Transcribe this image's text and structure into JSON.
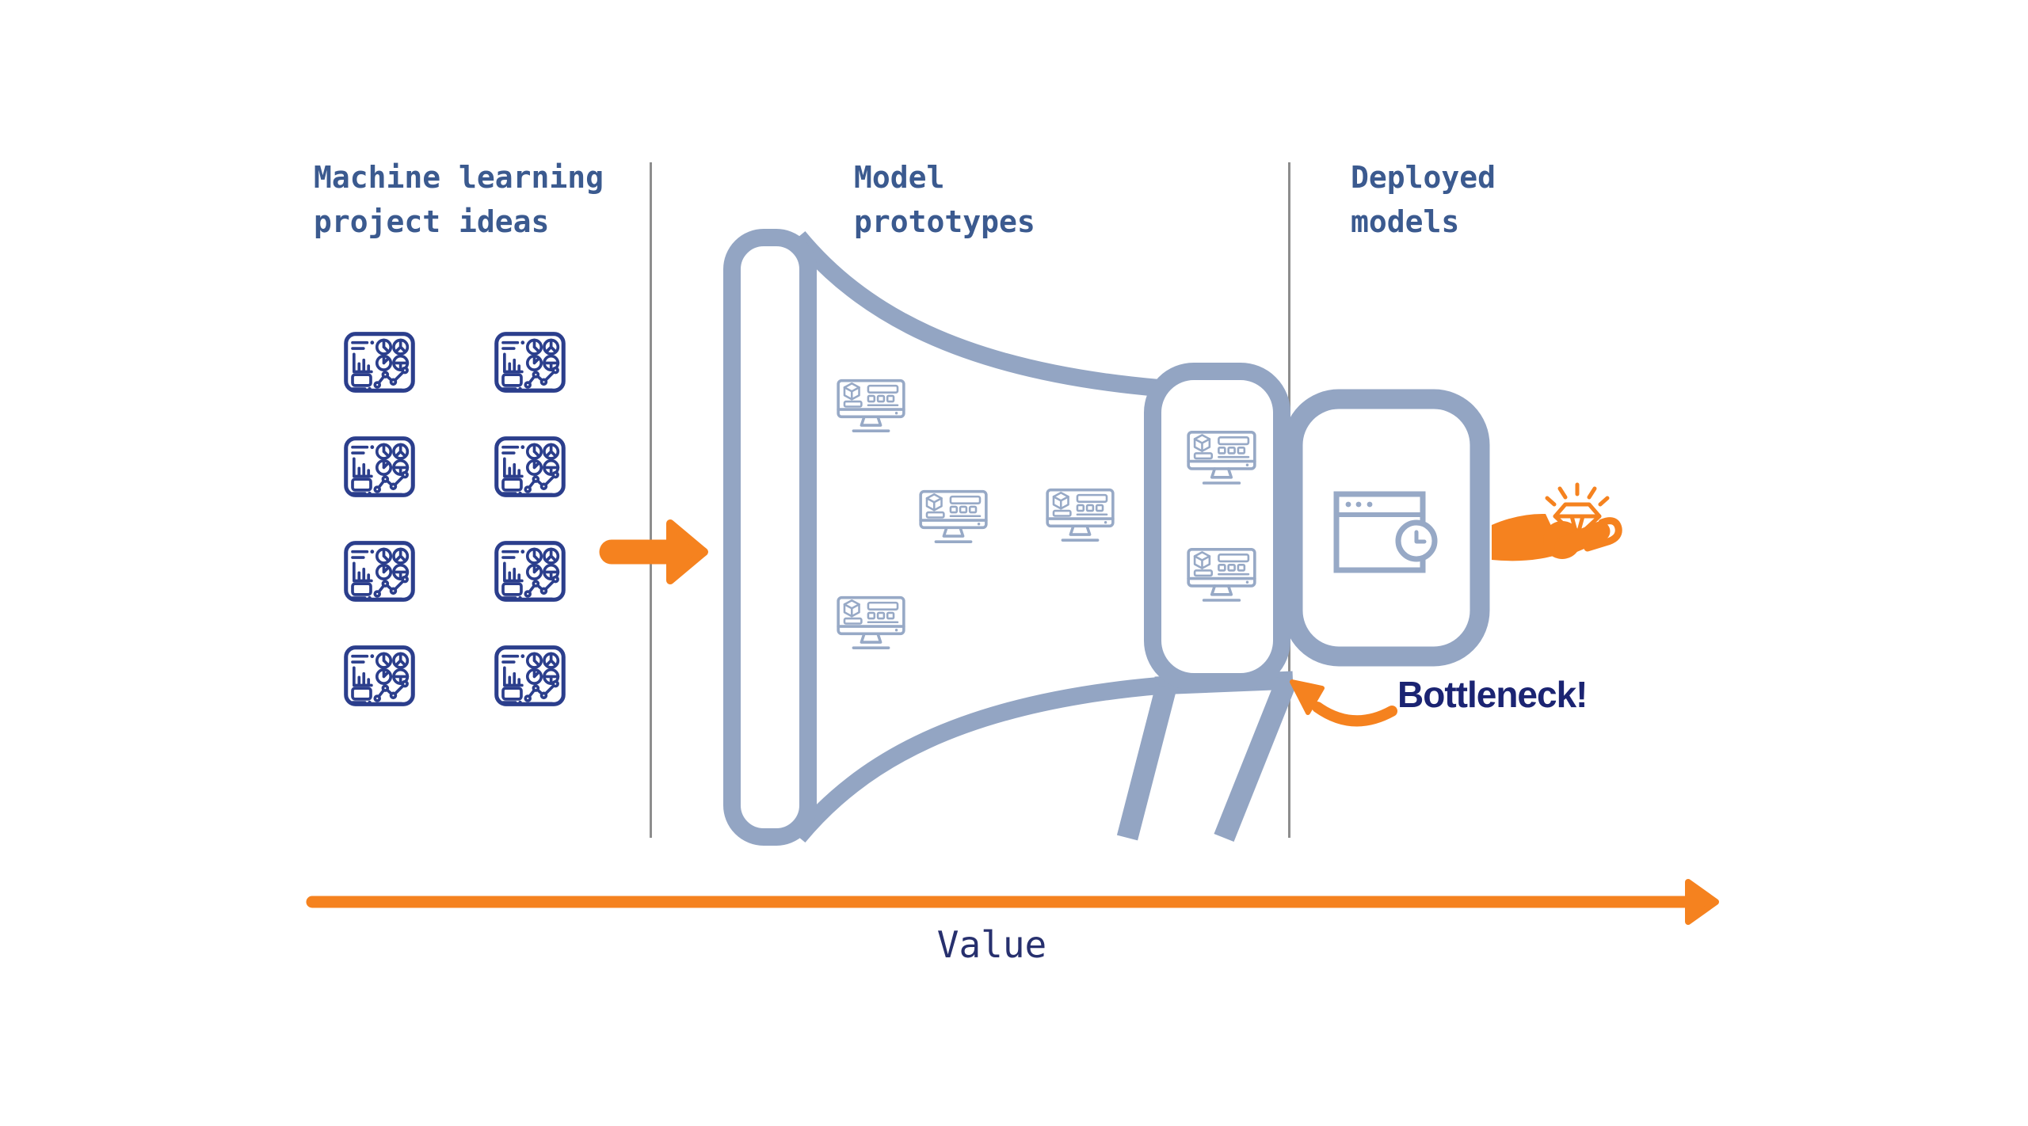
{
  "diagram": {
    "background": "#ffffff",
    "columns": [
      {
        "id": "ideas",
        "title_line1": "Machine learning",
        "title_line2": "project ideas",
        "item_icon": "analytics-dashboard-icon",
        "item_count": 8
      },
      {
        "id": "prototypes",
        "title_line1": "Model",
        "title_line2": "prototypes",
        "item_icon": "model-monitor-icon",
        "item_count": 6
      },
      {
        "id": "deployed",
        "title_line1": "Deployed",
        "title_line2": "models",
        "item_icon": "app-window-clock-icon",
        "item_count": 1
      }
    ],
    "annotations": {
      "bottleneck_label": "Bottleneck!",
      "value_axis_label": "Value"
    },
    "icons": {
      "funnel": "megaphone-funnel-icon",
      "reward": "hand-presenting-diamond-icon"
    },
    "colors": {
      "accent_orange": "#f5821f",
      "megaphone_blue": "#93a5c3",
      "monitor_blue": "#97a9c6",
      "icon_indigo": "#2b3e8c",
      "header_blue": "#3b5a8f",
      "label_navy": "#1b2472",
      "axis_label_navy": "#27306e",
      "divider_gray": "#8d8d8d"
    }
  }
}
